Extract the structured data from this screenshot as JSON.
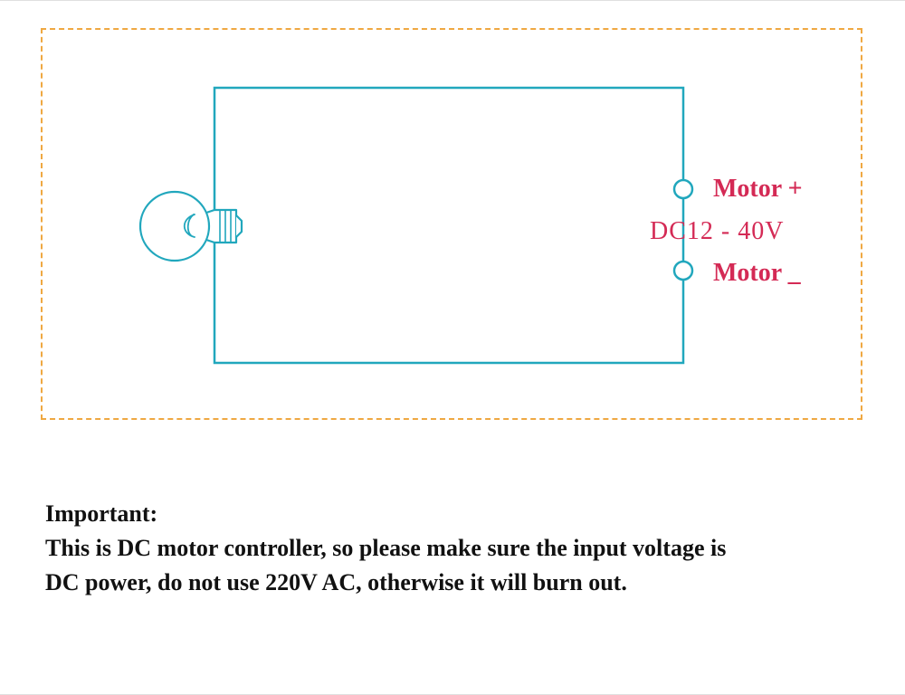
{
  "diagram": {
    "terminal_labels": {
      "motor_plus": "Motor +",
      "voltage_range": "DC12 - 40V",
      "motor_minus": "Motor _"
    },
    "colors": {
      "wire": "#21a7bd",
      "terminal_label_text": "#d42a55",
      "dashed_border": "#efa842",
      "note_text": "#111111"
    }
  },
  "note": {
    "heading": "Important:",
    "lines": [
      "This is DC motor controller, so please make sure the input voltage is",
      "DC power, do not use 220V AC, otherwise it will burn out."
    ]
  }
}
